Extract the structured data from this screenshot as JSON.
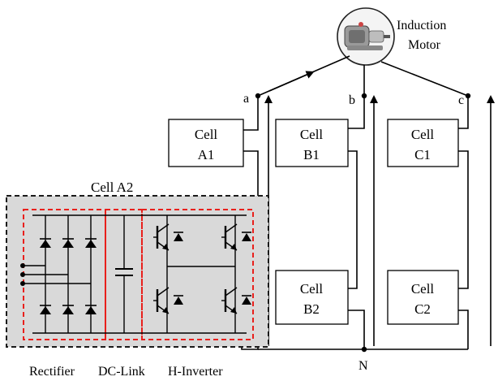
{
  "motor": {
    "label_line1": "Induction",
    "label_line2": "Motor"
  },
  "nodes": {
    "a": "a",
    "b": "b",
    "c": "c",
    "n": "N"
  },
  "cells": {
    "a1": {
      "line1": "Cell",
      "line2": "A1"
    },
    "b1": {
      "line1": "Cell",
      "line2": "B1"
    },
    "c1": {
      "line1": "Cell",
      "line2": "C1"
    },
    "b2": {
      "line1": "Cell",
      "line2": "B2"
    },
    "c2": {
      "line1": "Cell",
      "line2": "C2"
    }
  },
  "detail": {
    "title": "Cell A2",
    "sections": [
      "Rectifier",
      "DC-Link",
      "H-Inverter"
    ]
  },
  "colors": {
    "dashed_outline": "#1a1a1a",
    "section_outline": "#e8201c",
    "detail_fill": "#d9d9d9"
  }
}
